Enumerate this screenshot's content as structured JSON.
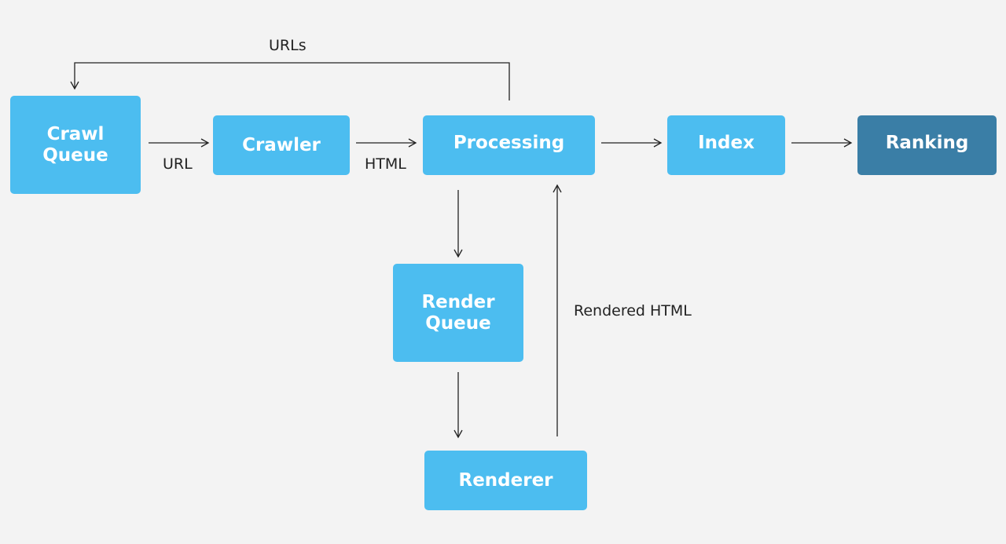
{
  "nodes": {
    "crawl_queue": {
      "line1": "Crawl",
      "line2": "Queue"
    },
    "crawler": {
      "label": "Crawler"
    },
    "processing": {
      "label": "Processing"
    },
    "index": {
      "label": "Index"
    },
    "ranking": {
      "label": "Ranking"
    },
    "render_queue": {
      "line1": "Render",
      "line2": "Queue"
    },
    "renderer": {
      "label": "Renderer"
    }
  },
  "edges": {
    "urls_feedback": "URLs",
    "crawl_to_crawler": "URL",
    "crawler_to_processing": "HTML",
    "renderer_to_processing": "Rendered HTML"
  },
  "colors": {
    "background": "#f3f3f3",
    "node": "#4cbdf0",
    "node_final": "#3a7ea6",
    "node_text": "#ffffff",
    "line": "#222222"
  }
}
